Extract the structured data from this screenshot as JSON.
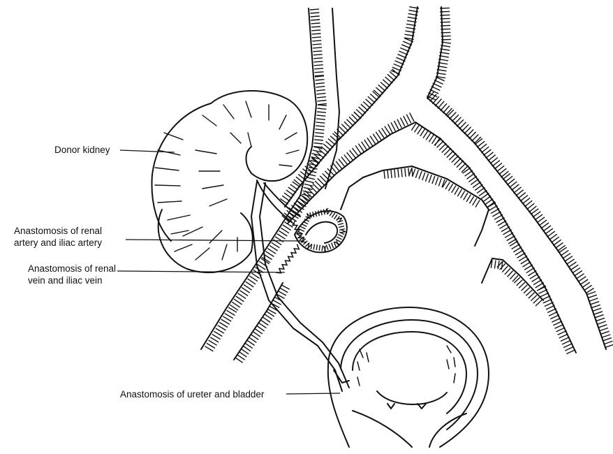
{
  "labels": {
    "donor_kidney": "Donor kidney",
    "renal_artery": {
      "line1": "Anastomosis of renal",
      "line2": "artery and iliac artery"
    },
    "renal_vein": {
      "line1": "Anastomosis of renal",
      "line2": "vein and iliac vein"
    },
    "ureter_bladder": "Anastomosis of ureter and bladder"
  },
  "colors": {
    "ink": "#111111",
    "background": "#ffffff"
  }
}
